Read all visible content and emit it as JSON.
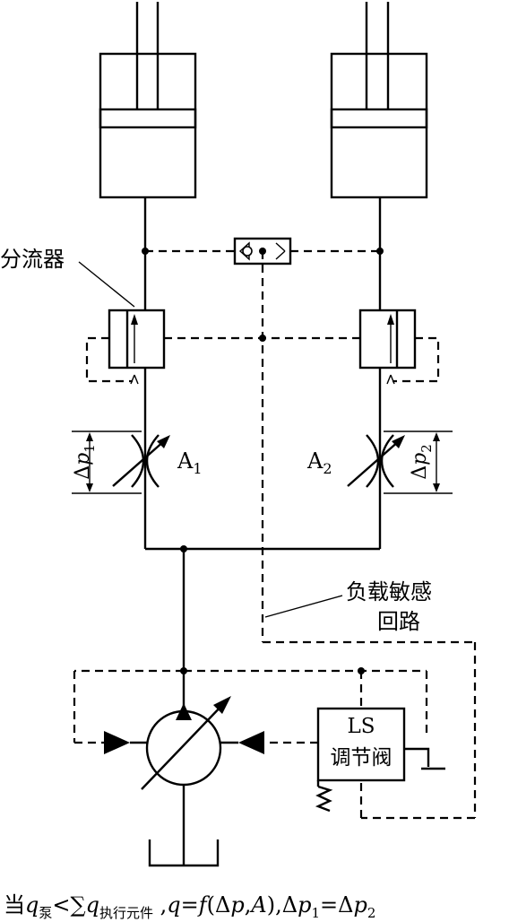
{
  "labels": {
    "flow_divider": "分流器",
    "dp1_delta": "Δ",
    "dp1_var": "p",
    "dp1_sub": "1",
    "dp2_delta": "Δ",
    "dp2_var": "p",
    "dp2_sub": "2",
    "a1_var": "A",
    "a1_sub": "1",
    "a2_var": "A",
    "a2_sub": "2",
    "load_sensing_line1": "负载敏感",
    "load_sensing_line2": "回路",
    "ls_valve_line1": "LS",
    "ls_valve_line2": "调节阀"
  },
  "caption": {
    "p1": "当",
    "p2": "q",
    "p3": "泵",
    "p4": "<∑",
    "p5": "q",
    "p6": "执行元件",
    "p7": " ,",
    "p8": "q",
    "p9": "=",
    "p10": "f",
    "p11": "(Δ",
    "p12": "p",
    "p13": ",",
    "p14": "A",
    "p15": "),Δ",
    "p16": "p",
    "p17": "1",
    "p18": "=Δ",
    "p19": "p",
    "p20": "2"
  }
}
